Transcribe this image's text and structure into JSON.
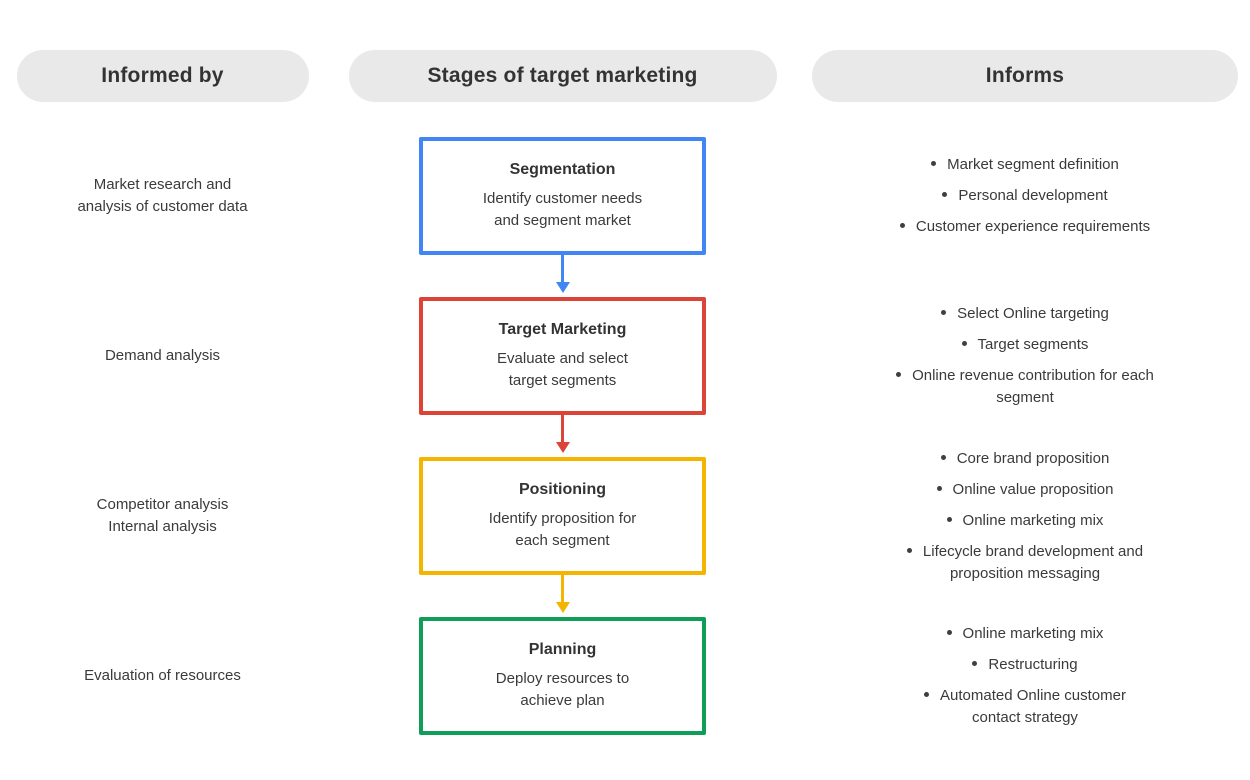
{
  "headers": {
    "informed_by": "Informed by",
    "stages": "Stages of target marketing",
    "informs": "Informs"
  },
  "colors": {
    "segmentation_blue": "#4285f4",
    "target_marketing_red": "#db4437",
    "positioning_yellow": "#f4b400",
    "planning_green": "#0f9d58",
    "pill_background": "#e9e9e9",
    "text": "#3a3a3a"
  },
  "stages": [
    {
      "informed_by": "Market research and\nanalysis of customer data",
      "title": "Segmentation",
      "description": "Identify customer needs\nand segment market",
      "color": "#4285f4",
      "has_arrow": true,
      "informs": [
        "Market segment definition",
        "Personal development",
        "Customer experience requirements"
      ]
    },
    {
      "informed_by": "Demand analysis",
      "title": "Target Marketing",
      "description": "Evaluate and select\ntarget segments",
      "color": "#db4437",
      "has_arrow": true,
      "informs": [
        "Select Online targeting",
        "Target segments",
        "Online revenue contribution for each\nsegment"
      ]
    },
    {
      "informed_by": "Competitor analysis\nInternal analysis",
      "title": "Positioning",
      "description": "Identify proposition for\neach segment",
      "color": "#f4b400",
      "has_arrow": true,
      "informs": [
        "Core brand proposition",
        "Online value proposition",
        "Online marketing mix",
        "Lifecycle brand development and\nproposition messaging"
      ]
    },
    {
      "informed_by": "Evaluation of resources",
      "title": "Planning",
      "description": "Deploy resources to\nachieve plan",
      "color": "#0f9d58",
      "has_arrow": false,
      "informs": [
        "Online marketing mix",
        "Restructuring",
        "Automated Online customer\ncontact strategy"
      ]
    }
  ]
}
